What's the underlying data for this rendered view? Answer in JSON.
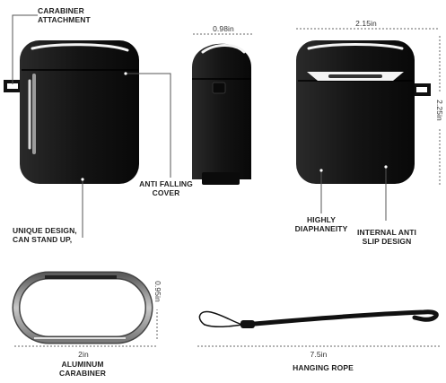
{
  "labels": {
    "carabiner_attachment_1": "CARABINER",
    "carabiner_attachment_2": "ATTACHMENT",
    "anti_falling_1": "ANTI FALLING",
    "anti_falling_2": "COVER",
    "unique_design_1": "UNIQUE DESIGN,",
    "unique_design_2": "CAN STAND UP,",
    "highly_1": "HIGHLY",
    "highly_2": "DIAPHANEITY",
    "internal_1": "INTERNAL ANTI",
    "internal_2": "SLIP DESIGN",
    "aluminum_1": "ALUMINUM",
    "aluminum_2": "CARABINER",
    "hanging_rope": "HANGING ROPE"
  },
  "dimensions": {
    "side_width": "0.98in",
    "back_width": "2.15in",
    "back_height": "2.25in",
    "carabiner_width": "2in",
    "carabiner_height": "0.95in",
    "rope_length": "7.5in"
  },
  "colors": {
    "case": "#111111",
    "highlight": "#f4f4f4",
    "carabiner": "#9a9a9a",
    "leader_lines": "#555555"
  }
}
